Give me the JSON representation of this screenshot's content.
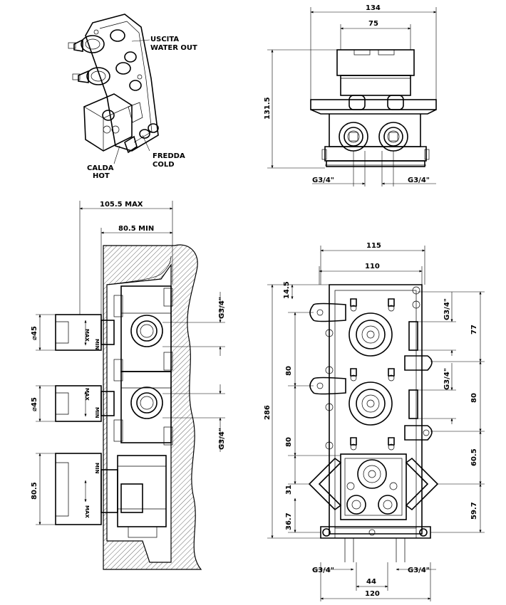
{
  "iso_view": {
    "outlet_it": "USCITA",
    "outlet_en": "WATER OUT",
    "cold_it": "FREDDA",
    "cold_en": "COLD",
    "hot_it": "CALDA",
    "hot_en": "HOT"
  },
  "front_view": {
    "width_total": "134",
    "width_inner": "75",
    "height": "131.5",
    "thread_left": "G3/4\"",
    "thread_right": "G3/4\""
  },
  "side_view": {
    "depth_max": "105.5  MAX",
    "depth_min": "80.5  MIN",
    "handle_dia_1": "⌀45",
    "handle_dia_2": "⌀45",
    "handle_height": "80.5",
    "thread_upper": "G3/4\"",
    "thread_lower": "G3/4\"",
    "max_label": "MAX",
    "min_label": "MIN"
  },
  "plan_view": {
    "width_outer": "115",
    "width_inner": "110",
    "height_total": "286",
    "top_offset": "14.5",
    "spacing_1": "80",
    "spacing_2": "80",
    "spacing_3": "31",
    "bottom_offset": "36.7",
    "right_1": "77",
    "right_2": "80",
    "right_3": "60.5",
    "right_4": "59.7",
    "thread_right_1": "G3/4\"",
    "thread_right_2": "G3/4\"",
    "thread_bottom_left": "G3/4\"",
    "thread_bottom_right": "G3/4\"",
    "bottom_spacing": "44",
    "bottom_width": "120"
  }
}
